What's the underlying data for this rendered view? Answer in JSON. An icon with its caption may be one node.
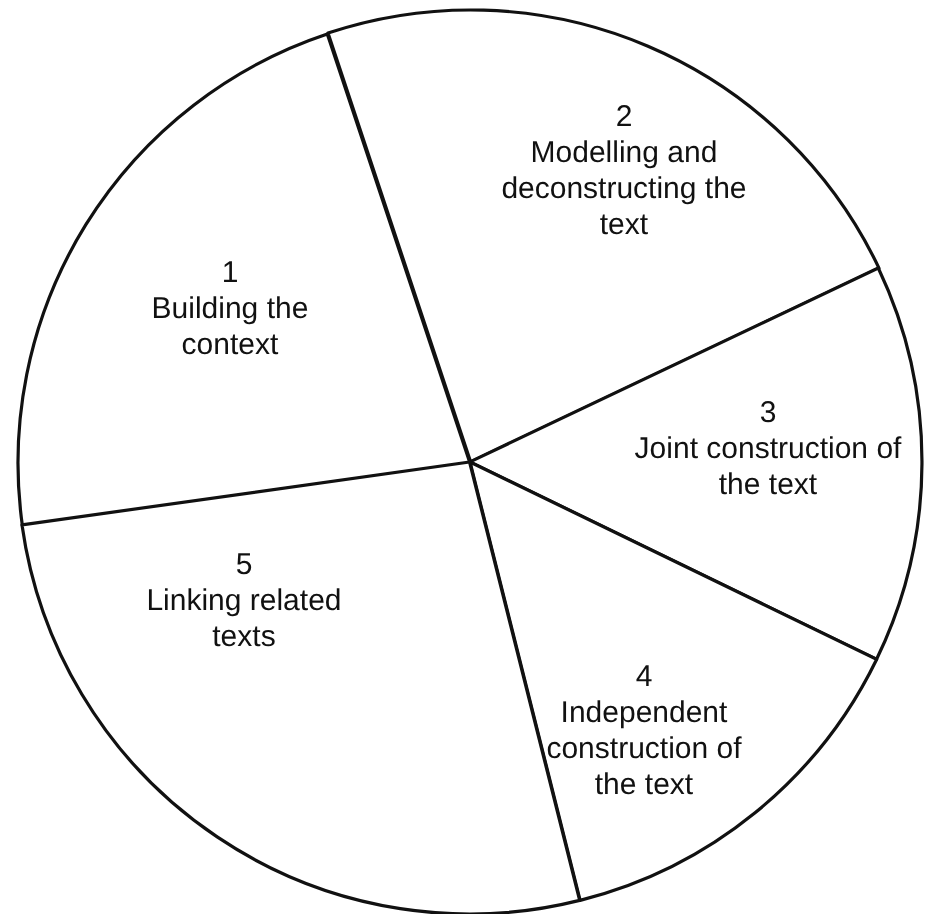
{
  "diagram": {
    "nodes": [
      {
        "text": [
          "1",
          "Building the context"
        ]
      },
      {
        "text": [
          "2",
          "Modelling and deconstructing the text"
        ]
      },
      {
        "text": [
          "3",
          "Joint construction of the text"
        ]
      },
      {
        "text": [
          "4",
          "Independent construction of the text"
        ]
      },
      {
        "text": [
          "5",
          "Linking related texts"
        ]
      }
    ],
    "edges": []
  }
}
